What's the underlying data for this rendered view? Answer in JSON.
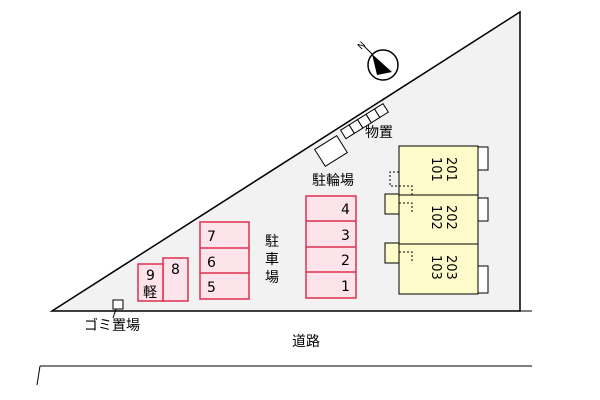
{
  "labels": {
    "storage": "物置",
    "bicycle_parking": "駐輪場",
    "parking_chars": [
      "駐",
      "車",
      "場"
    ],
    "garbage": "ゴミ置場",
    "road": "道路"
  },
  "parking": {
    "right_column": [
      "4",
      "3",
      "2",
      "1"
    ],
    "middle_column": [
      "7",
      "6",
      "5"
    ],
    "slot_8": "8",
    "slot_9": "9",
    "slot_9_sub": "軽"
  },
  "building": {
    "units": [
      {
        "upper": "201",
        "lower": "101"
      },
      {
        "upper": "202",
        "lower": "102"
      },
      {
        "upper": "203",
        "lower": "103"
      }
    ]
  },
  "colors": {
    "site_fill": "#f2f2f2",
    "parking_fill": "#fde3ea",
    "parking_stroke": "#e0304f",
    "building_fill": "#fdfbc9",
    "outline": "#000000"
  },
  "icons": {
    "compass": "north-arrow-icon"
  }
}
